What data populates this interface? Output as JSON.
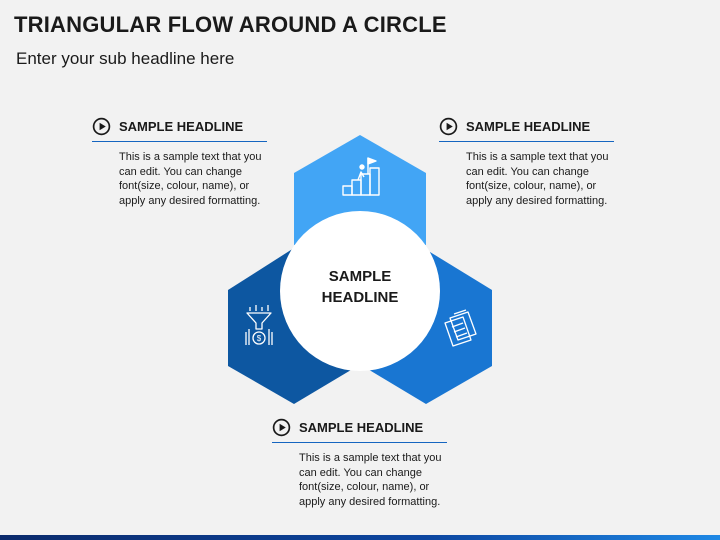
{
  "slide": {
    "title": "TRIANGULAR FLOW AROUND A CIRCLE",
    "subtitle": "Enter your sub headline here"
  },
  "diagram": {
    "center_label": [
      "SAMPLE",
      "HEADLINE"
    ],
    "segments": [
      {
        "name": "top",
        "color": "#42a5f5",
        "icon": "goal-achievement-icon"
      },
      {
        "name": "left",
        "color": "#0d57a1",
        "icon": "finance-funnel-icon"
      },
      {
        "name": "right",
        "color": "#1976d2",
        "icon": "documents-icon"
      }
    ]
  },
  "callouts": [
    {
      "position": "top-left",
      "headline": "SAMPLE HEADLINE",
      "body": "This is a sample text that you can edit. You can change font(size, colour, name), or apply any desired formatting."
    },
    {
      "position": "top-right",
      "headline": "SAMPLE HEADLINE",
      "body": "This is a sample text that you can edit. You can change font(size, colour, name), or apply any desired formatting."
    },
    {
      "position": "bottom",
      "headline": "SAMPLE HEADLINE",
      "body": "This is a sample text that you can edit. You can change font(size, colour, name), or apply any desired formatting."
    }
  ],
  "colors": {
    "accent_dark": "#0d57a1",
    "accent_mid": "#1976d2",
    "accent_light": "#42a5f5",
    "background": "#f2f2f2"
  }
}
